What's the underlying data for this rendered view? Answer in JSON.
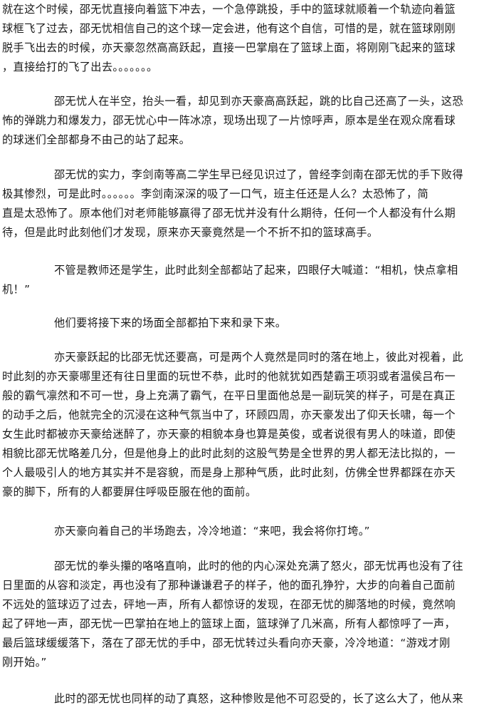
{
  "paragraphs": [
    {
      "lines": [
        "就在这个时候，邵无忧直接向着篮下冲去，一个急停跳投，手中的篮球就顺着一个轨迹向着篮",
        "球框飞了过去，邵无忧相信自己的这个球一定会进，他有这个自信，可惜的是，就在篮球刚刚",
        "脱手飞出去的时候，亦天豪忽然高高跃起，直接一巴掌扇在了篮球上面，将刚刚飞起来的篮球",
        "，直接给打的飞了出去。。。。。。。"
      ]
    },
    {
      "lines": [
        "邵无忧人在半空，抬头一看，却见到亦天豪高高跃起，跳的比自己还高了一头，这恐",
        "怖的弹跳力和爆发力，邵无忧心中一阵冰凉，现场出现了一片惊呼声，原本是坐在观众席看球",
        "的球迷们全部都身不由己的站了起来。"
      ]
    },
    {
      "lines": [
        "邵无忧的实力，李剑南等高二学生早已经见识过了，曾经李剑南在邵无忧的手下败得",
        "极其惨烈，可是此时。。。。。。李剑南深深的吸了一口气，班主任还是人么？太恐怖了，简",
        "直是太恐怖了。原本他们对老师能够赢得了邵无忧并没有什么期待，任何一个人都没有什么期",
        "待，但是此时此刻他们才发现，原来亦天豪竟然是一个不折不扣的篮球高手。"
      ]
    },
    {
      "lines": [
        "不管是教师还是学生，此时此刻全部都站了起来，四眼仔大喊道：“相机，快点拿相",
        "机！”"
      ]
    },
    {
      "lines": [
        "他们要将接下来的场面全部都拍下来和录下来。"
      ]
    },
    {
      "lines": [
        "亦天豪跃起的比邵无忧还要高，可是两个人竟然是同时的落在地上，彼此对视着，此",
        "时此刻的亦天豪哪里还有往日里面的玩世不恭，此时的他就犹如西楚霸王项羽或者温侯吕布一",
        "般的霸气凛然和不可一世，身上充满了霸气，在平日里面他总是一副玩笑的样子，可是在真正",
        "的动手之后，他就完全的沉浸在这种气氛当中了，环顾四周，亦天豪发出了仰天长啸，每一个",
        "女生此时都被亦天豪给迷醉了，亦天豪的相貌本身也算是英俊，或者说很有男人的味道，即使",
        "相貌比邵无忧略差几分，但是他身上的此时此刻的这股气势是全世界的男人都无法比拟的，一",
        "个人最吸引人的地方其实并不是容貌，而是身上那种气质，此时此刻，仿佛全世界都踩在亦天",
        "豪的脚下，所有的人都要屏住呼吸臣服在他的面前。"
      ]
    },
    {
      "lines": [
        "亦天豪向着自己的半场跑去，冷冷地道：“来吧，我会将你打垮。”"
      ]
    },
    {
      "lines": [
        "邵无忧的拳头攥的咯咯直响，此时的他的内心深处充满了怒火，邵无忧再也没有了往",
        "日里面的从容和淡定，再也没有了那种谦谦君子的样子，他的面孔狰狞，大步的向着自己面前",
        "不远处的篮球迈了过去，砰地一声，所有人都惊讶的发现，在邵无忧的脚落地的时候，竟然响",
        "起了砰地一声，邵无忧一巴掌拍在地上的篮球上面，篮球弹了几米高，所有人都惊呼了一声，",
        "最后篮球缓缓落下，落在了邵无忧的手中，邵无忧转过头看向亦天豪，冷冷地道：“游戏才刚",
        "刚开始。”"
      ]
    },
    {
      "lines": [
        "此时的邵无忧也同样的动了真怒，这种惨败是他不可忍受的，长了这么大了，他从来"
      ]
    }
  ]
}
